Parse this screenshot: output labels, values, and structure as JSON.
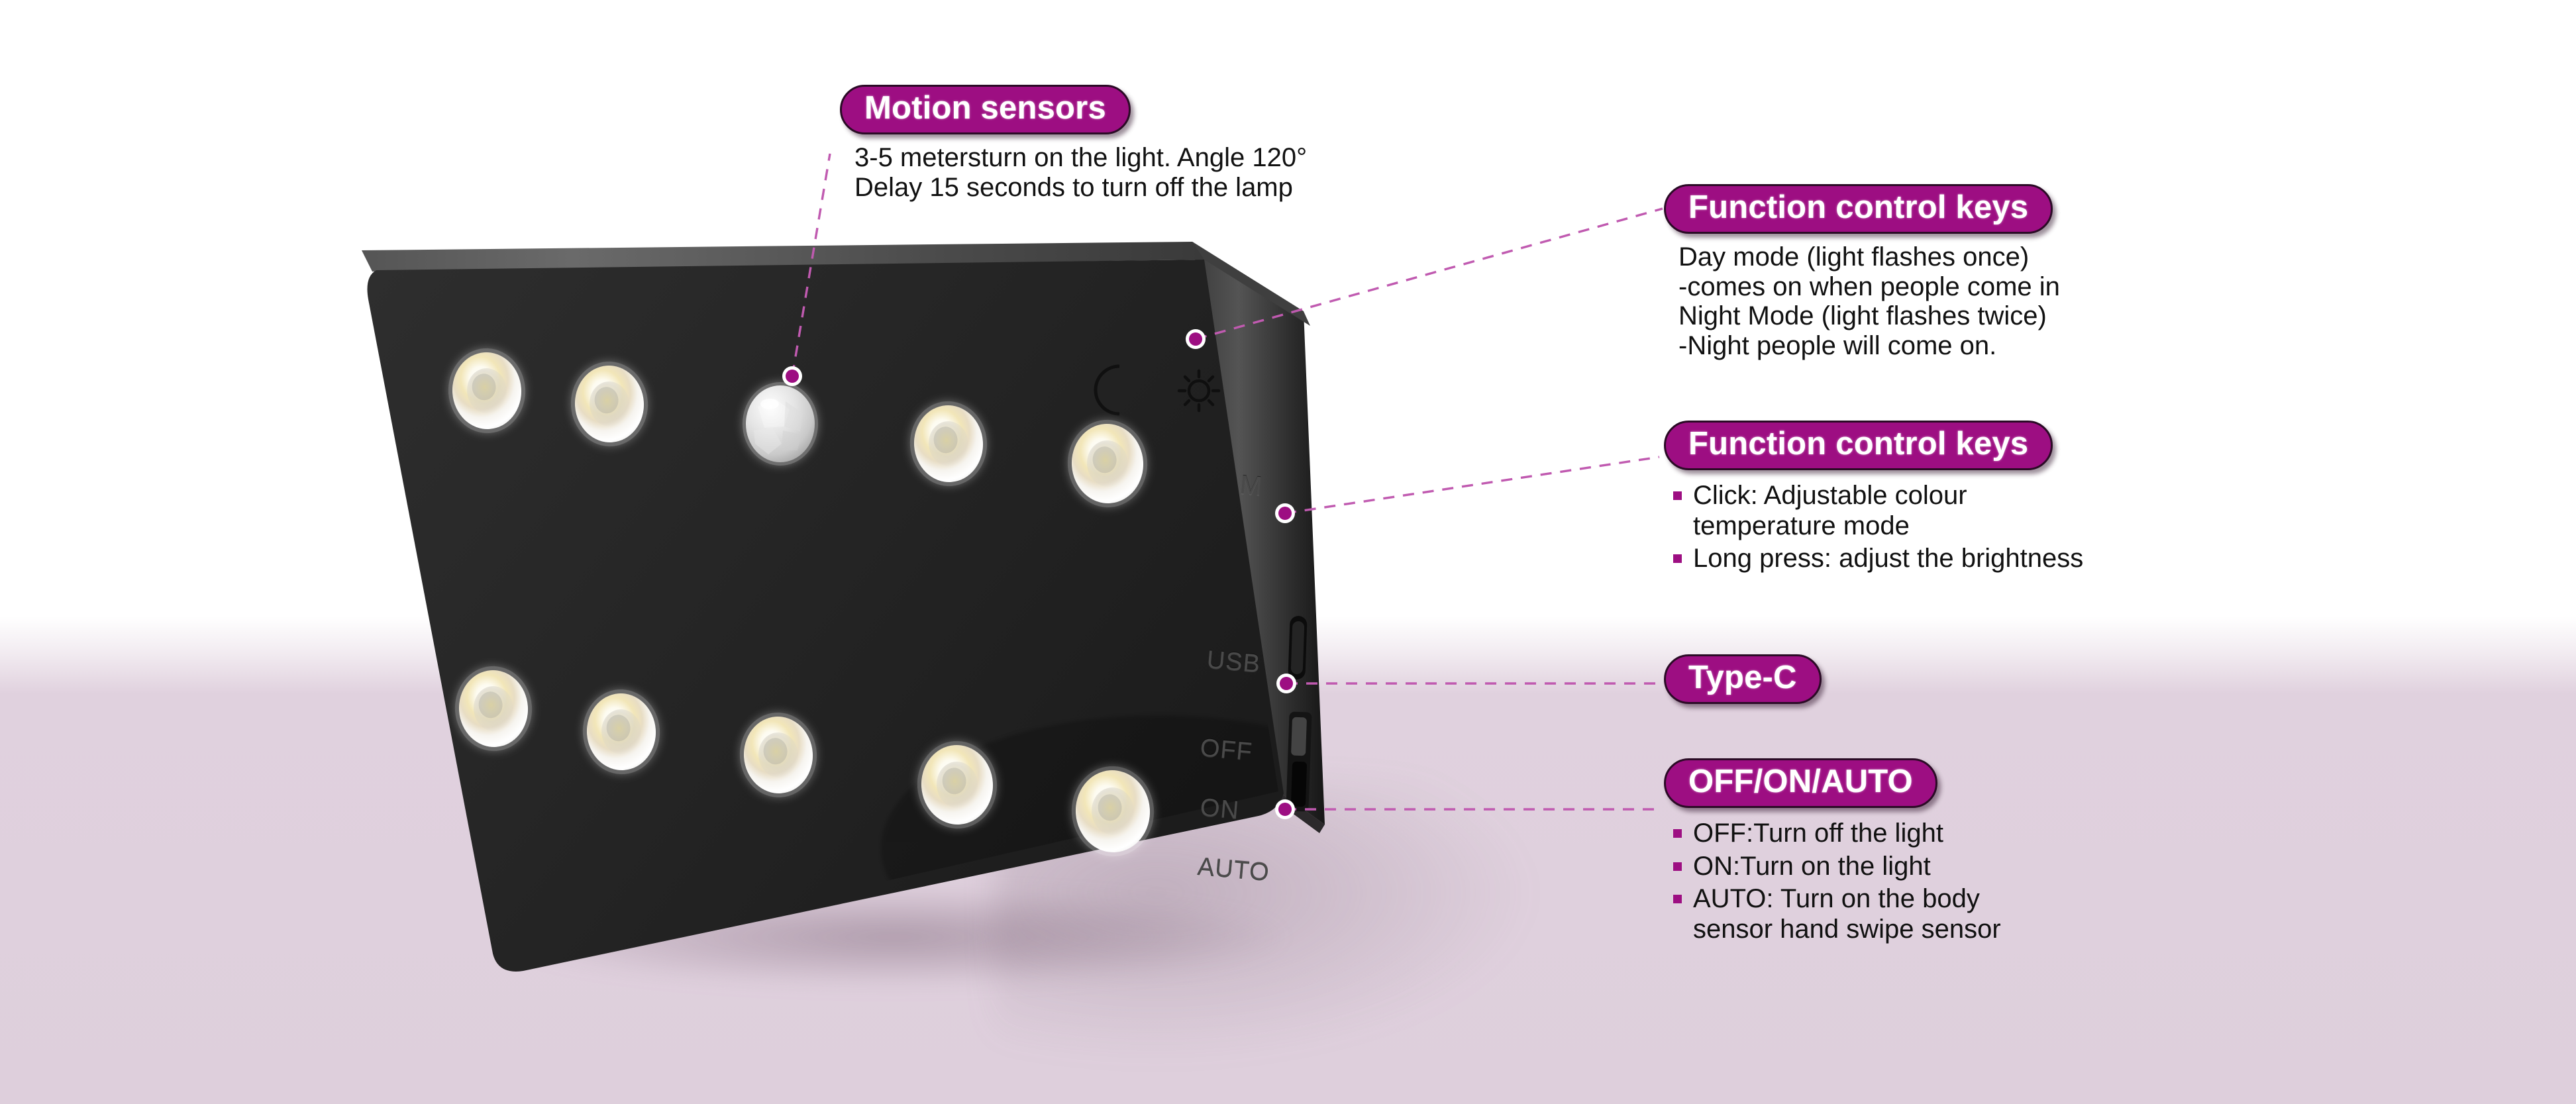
{
  "meta": {
    "accent_color": "#9d0e82",
    "leader_color": "#c05ab0",
    "body_color": "#111111",
    "bg_top_color": "#ffffff",
    "bg_bottom_color": "#ded1dc",
    "device_color": "#262626"
  },
  "device": {
    "name": "LED motion sensor light panel",
    "led_count_top_row": 5,
    "led_count_bottom_row": 5,
    "face_icons": [
      {
        "name": "moon-icon",
        "glyph": "moon"
      },
      {
        "name": "sun-icon",
        "glyph": "sun"
      }
    ],
    "side_labels": [
      {
        "name": "side-label-m",
        "text": "M"
      },
      {
        "name": "side-label-usb",
        "text": "USB"
      },
      {
        "name": "side-label-off",
        "text": "OFF"
      },
      {
        "name": "side-label-on",
        "text": "ON"
      },
      {
        "name": "side-label-auto",
        "text": "AUTO"
      }
    ]
  },
  "callouts": [
    {
      "id": "motion-sensors",
      "title": "Motion sensors",
      "description": "3-5 metersturn on the light. Angle 120°\nDelay 15 seconds to turn off the lamp",
      "bullets": []
    },
    {
      "id": "function-control-keys-mode",
      "title": "Function control keys",
      "description": "Day mode (light flashes once)\n-comes on when people come in\nNight Mode (light flashes twice)\n-Night people will come on.",
      "bullets": []
    },
    {
      "id": "function-control-keys-brightness",
      "title": "Function control keys",
      "description": "",
      "bullets": [
        "Click: Adjustable colour\ntemperature mode",
        "Long press: adjust the brightness"
      ]
    },
    {
      "id": "type-c",
      "title": "Type-C",
      "description": "",
      "bullets": []
    },
    {
      "id": "off-on-auto",
      "title": "OFF/ON/AUTO",
      "description": "",
      "bullets": [
        "OFF:Turn off the light",
        "ON:Turn on the light",
        "AUTO: Turn on the body\nsensor hand swipe sensor"
      ]
    }
  ]
}
